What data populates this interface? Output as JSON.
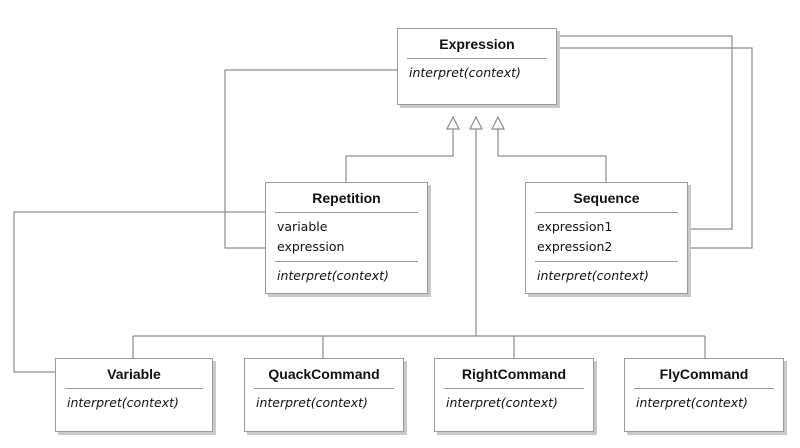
{
  "classes": {
    "expression": {
      "name": "Expression",
      "operations": [
        "interpret(context)"
      ]
    },
    "repetition": {
      "name": "Repetition",
      "attributes": [
        "variable",
        "expression"
      ],
      "operations": [
        "interpret(context)"
      ]
    },
    "sequence": {
      "name": "Sequence",
      "attributes": [
        "expression1",
        "expression2"
      ],
      "operations": [
        "interpret(context)"
      ]
    },
    "variable": {
      "name": "Variable",
      "operations": [
        "interpret(context)"
      ]
    },
    "quack_command": {
      "name": "QuackCommand",
      "operations": [
        "interpret(context)"
      ]
    },
    "right_command": {
      "name": "RightCommand",
      "operations": [
        "interpret(context)"
      ]
    },
    "fly_command": {
      "name": "FlyCommand",
      "operations": [
        "interpret(context)"
      ]
    }
  },
  "colors": {
    "line": "#8c8c8c",
    "border": "#9a9a9a",
    "shadow": "#c9c9c9"
  }
}
